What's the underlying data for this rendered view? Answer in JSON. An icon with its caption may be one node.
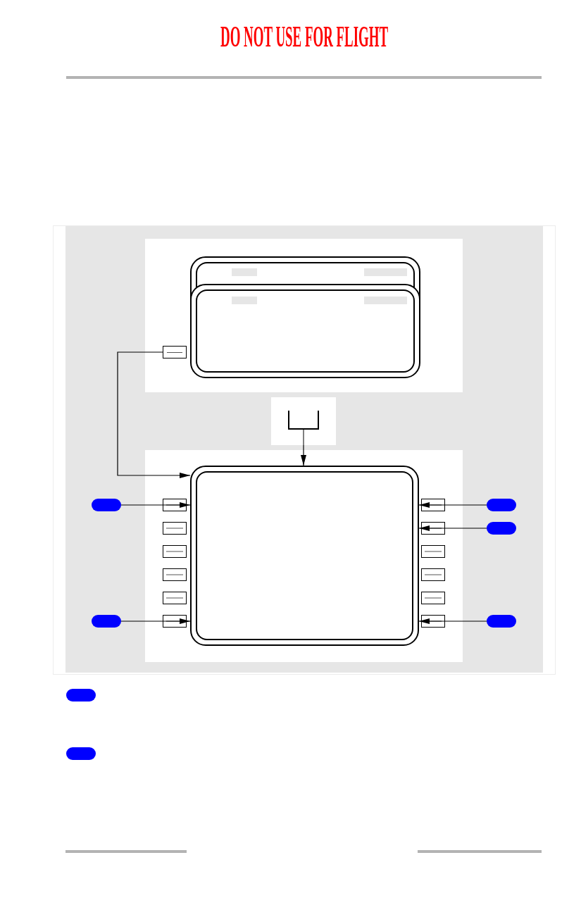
{
  "diagram": {
    "title": "DO NOT USE FOR FLIGHT",
    "nodes": [
      {
        "text": [],
        "shape": "box"
      },
      {
        "text": [],
        "shape": "box"
      },
      {
        "text": [],
        "shape": "box"
      },
      {
        "text": [],
        "shape": "box"
      },
      {
        "text": [],
        "shape": "box"
      },
      {
        "text": [],
        "shape": "box"
      },
      {
        "text": [],
        "shape": "box"
      },
      {
        "text": [],
        "shape": "box"
      },
      {
        "text": [],
        "shape": "box"
      },
      {
        "text": [],
        "shape": "box"
      }
    ],
    "edges": [
      {
        "from": 0,
        "to": 2,
        "arrow": "to"
      },
      {
        "from": 1,
        "to": 2,
        "arrow": "to"
      },
      {
        "from": 3,
        "to": 2,
        "arrow": "to"
      },
      {
        "from": 4,
        "to": 2,
        "arrow": "to"
      },
      {
        "from": 5,
        "to": 2,
        "arrow": "to"
      },
      {
        "from": 6,
        "to": 2,
        "arrow": "to"
      },
      {
        "from": 7,
        "to": 2,
        "arrow": "to"
      }
    ]
  }
}
